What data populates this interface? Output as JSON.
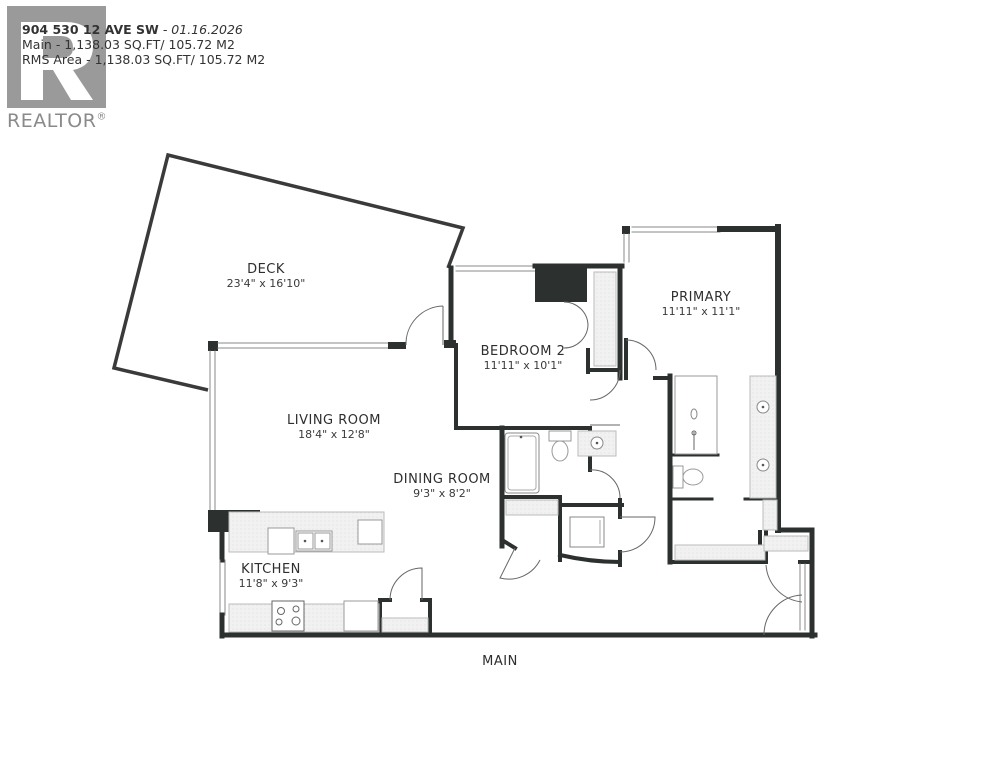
{
  "header": {
    "address": "904 530 12 AVE SW",
    "date": "- 01.16.2026",
    "main_area": "Main - 1,138.03 SQ.FT/ 105.72 M2",
    "rms_area": "RMS Area - 1,138.03 SQ.FT/ 105.72 M2"
  },
  "logo": {
    "text": "REALTOR",
    "mark": "®"
  },
  "rooms": [
    {
      "name": "DECK",
      "dimensions": "23'4\" x 16'10\""
    },
    {
      "name": "BEDROOM 2",
      "dimensions": "11'11\" x 10'1\""
    },
    {
      "name": "PRIMARY",
      "dimensions": "11'11\" x 11'1\""
    },
    {
      "name": "LIVING ROOM",
      "dimensions": "18'4\" x 12'8\""
    },
    {
      "name": "DINING ROOM",
      "dimensions": "9'3\" x 8'2\""
    },
    {
      "name": "KITCHEN",
      "dimensions": "11'8\" x 9'3\""
    }
  ],
  "floor": {
    "label": "MAIN"
  },
  "colors": {
    "wall": "#2c3130",
    "logo_gray": "#9a9a9a",
    "counter_fill": "#ececec"
  }
}
